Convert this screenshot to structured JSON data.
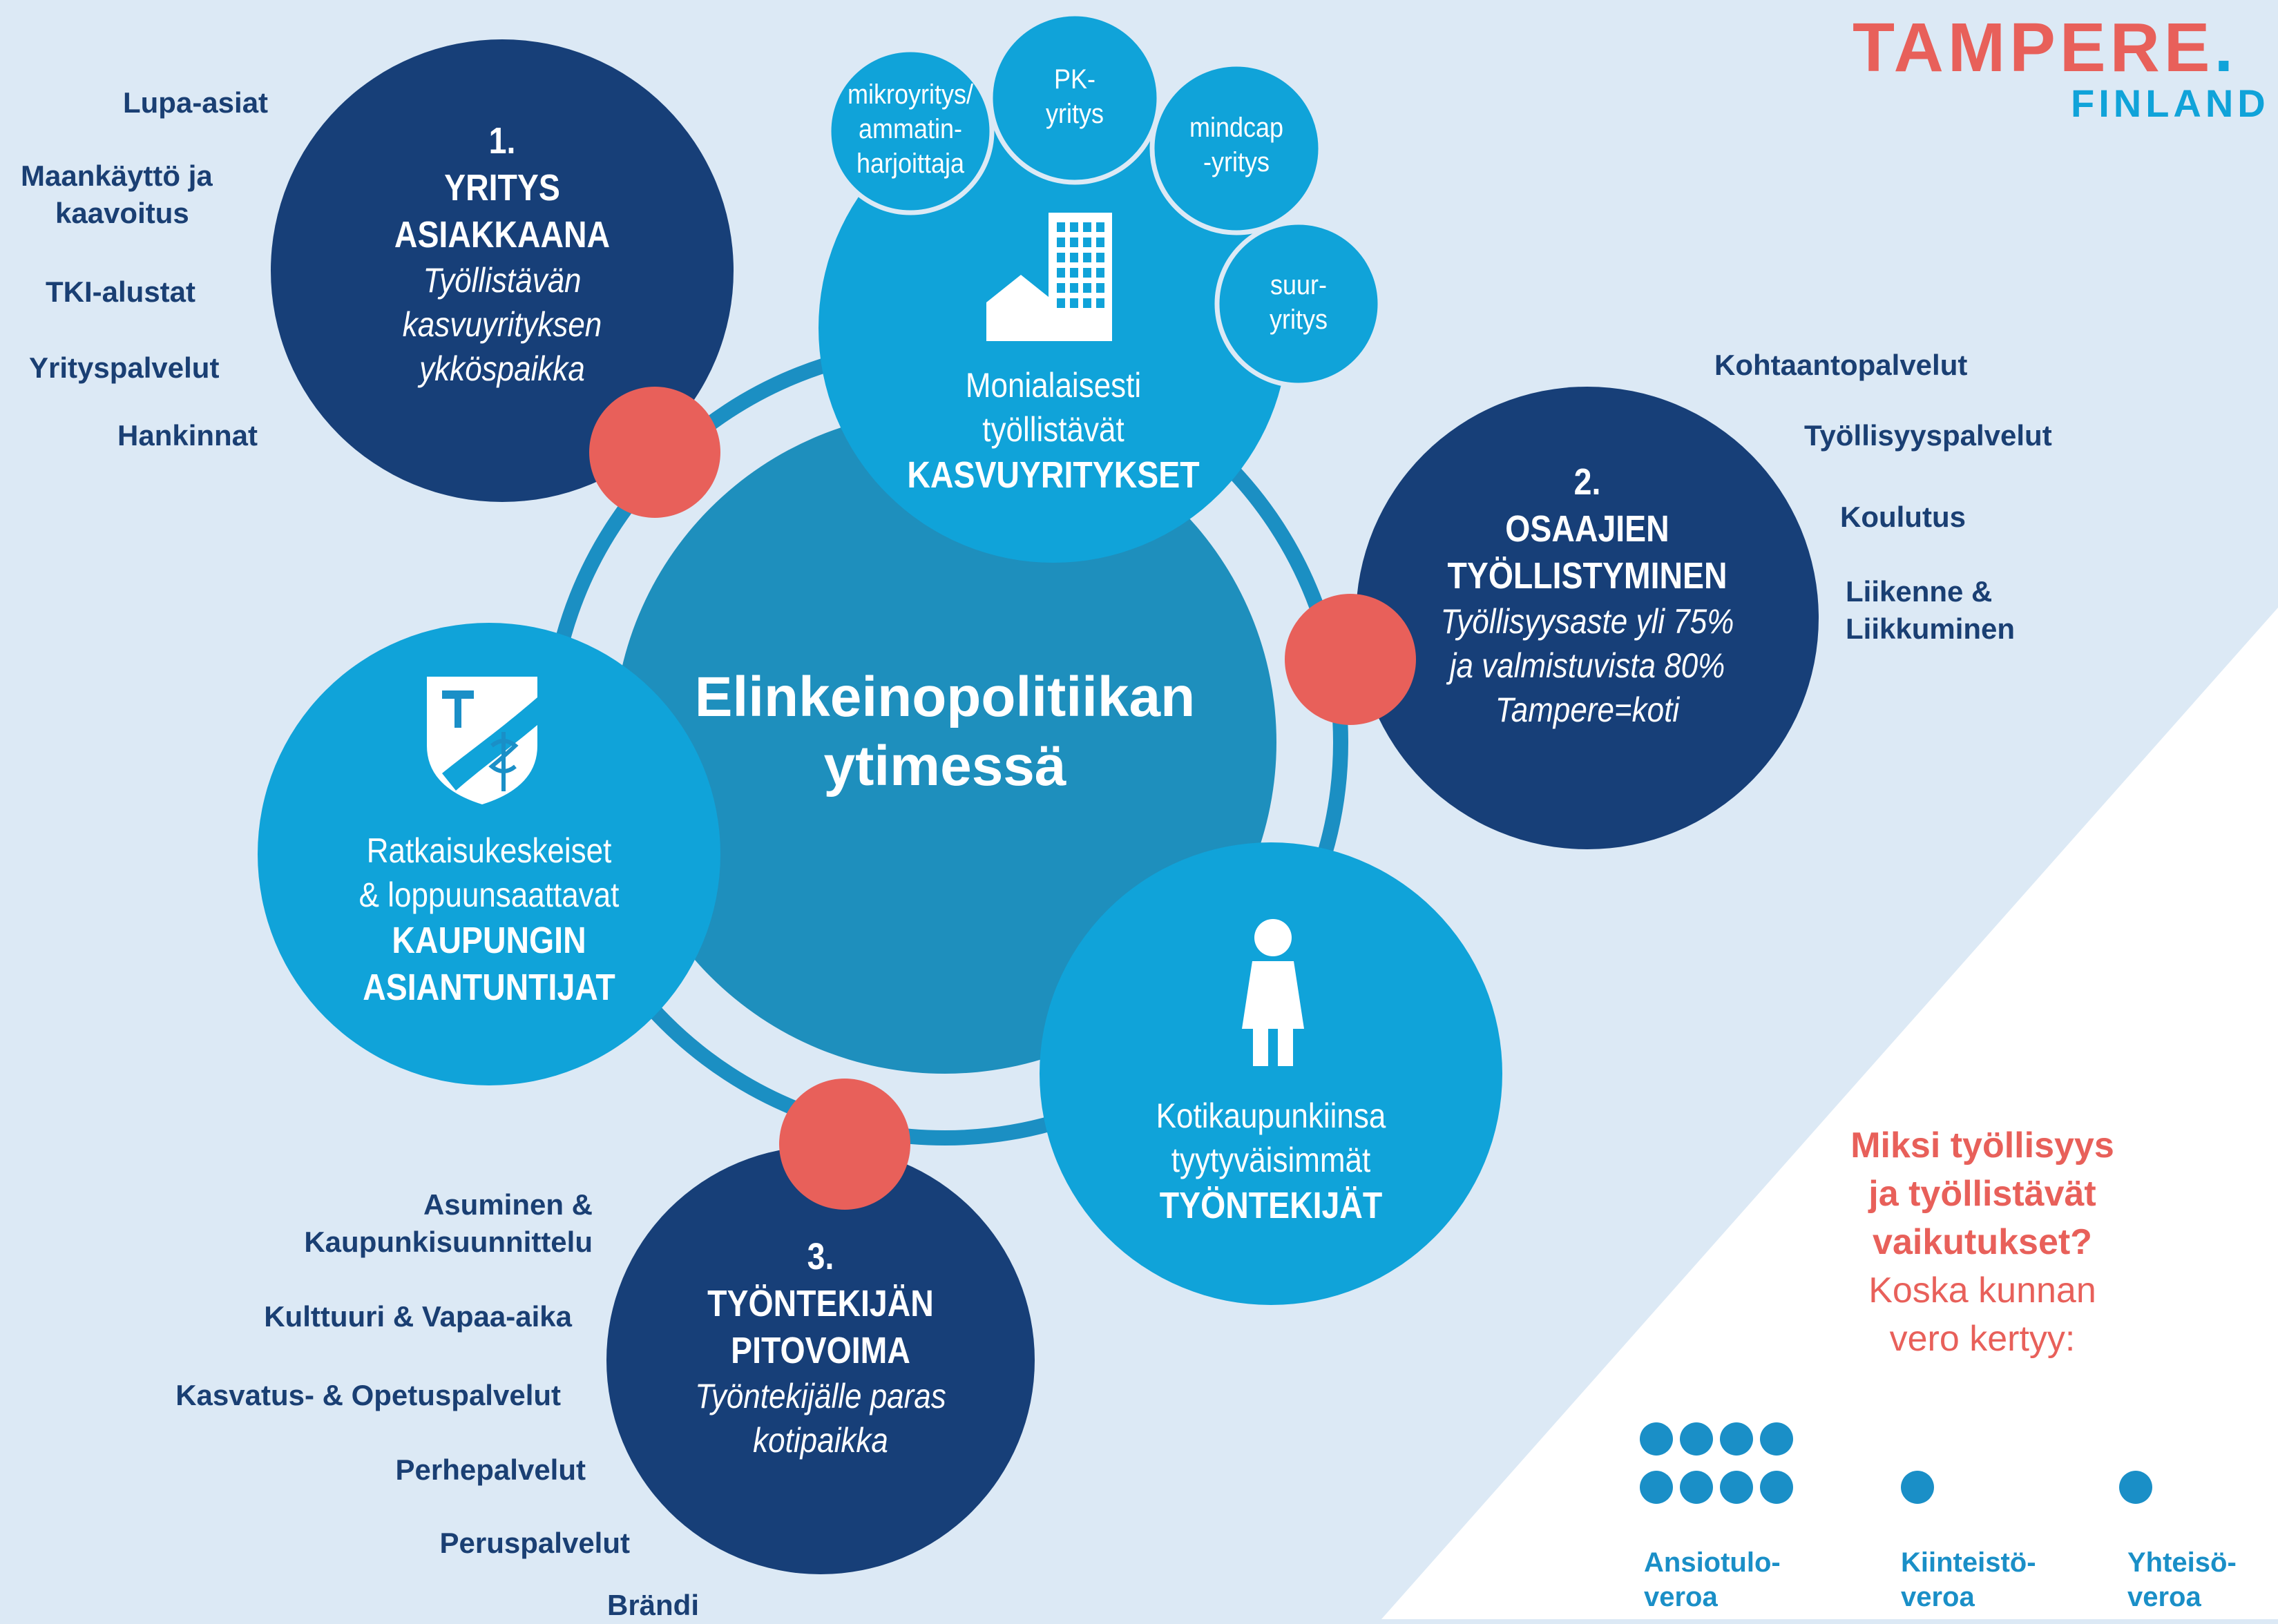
{
  "logo": {
    "name": "TAMPERE",
    "dot": ".",
    "sub": "FINLAND"
  },
  "colors": {
    "navy": "#173f78",
    "cyan": "#10a3d9",
    "teal": "#1e8fbd",
    "coral": "#e8605a",
    "ring": "#1b8fc3",
    "background": "#dce9f5"
  },
  "core": {
    "line1": "Elinkeinopolitiikan",
    "line2": "ytimessä"
  },
  "circle1": {
    "number": "1.",
    "heading": [
      "YRITYS",
      "ASIAKKAANA"
    ],
    "subtitle": [
      "Työllistävän",
      "kasvuyrityksen",
      "ykköspaikka"
    ]
  },
  "circle2": {
    "number": "2.",
    "heading": [
      "OSAAJIEN",
      "TYÖLLISTYMINEN"
    ],
    "subtitle": [
      "Työllisyysaste yli 75%",
      "ja valmistuvista 80%",
      "Tampere=koti"
    ]
  },
  "circle3": {
    "number": "3.",
    "heading": [
      "TYÖNTEKIJÄN",
      "PITOVOIMA"
    ],
    "subtitle": [
      "Työntekijälle paras",
      "kotipaikka"
    ]
  },
  "growth": {
    "line1": "Monialaisesti",
    "line2": "työllistävät",
    "bold": "KASVUYRITYKSET",
    "icon": "building-icon"
  },
  "experts": {
    "line1": "Ratkaisukeskeiset",
    "line2": "& loppuunsaattavat",
    "bold1": "KAUPUNGIN",
    "bold2": "ASIANTUNTIJAT",
    "icon": "coat-of-arms-icon"
  },
  "workers": {
    "line1": "Kotikaupunkiinsa",
    "line2": "tyytyväisimmät",
    "bold": "TYÖNTEKIJÄT",
    "icon": "person-icon"
  },
  "bubbles": {
    "micro": [
      "mikroyritys/",
      "ammatin-",
      "harjoittaja"
    ],
    "pk": [
      "PK-",
      "yritys"
    ],
    "mindcap": [
      "mindcap",
      "-yritys"
    ],
    "suur": [
      "suur-",
      "yritys"
    ]
  },
  "left_list": [
    "Lupa-asiat",
    "Maankäyttö ja",
    "kaavoitus",
    "TKI-alustat",
    "Yrityspalvelut",
    "Hankinnat"
  ],
  "right_list": [
    "Kohtaantopalvelut",
    "Työllisyyspalvelut",
    "Koulutus",
    "Liikenne &",
    "Liikkuminen"
  ],
  "bottom_list": [
    "Asuminen &",
    "Kaupunkisuunnittelu",
    "Kulttuuri & Vapaa-aika",
    "Kasvatus- & Opetuspalvelut",
    "Perhepalvelut",
    "Peruspalvelut",
    "Brändi"
  ],
  "why": {
    "bold": [
      "Miksi työllisyys",
      "ja työllistävät",
      "vaikutukset?"
    ],
    "normal": [
      "Koska kunnan",
      "vero kertyy:"
    ]
  },
  "taxes": [
    {
      "dots": 8,
      "label": [
        "Ansiotulo-",
        "veroa"
      ]
    },
    {
      "dots": 1,
      "label": [
        "Kiinteistö-",
        "veroa"
      ]
    },
    {
      "dots": 1,
      "label": [
        "Yhteisö-",
        "veroa"
      ]
    }
  ]
}
